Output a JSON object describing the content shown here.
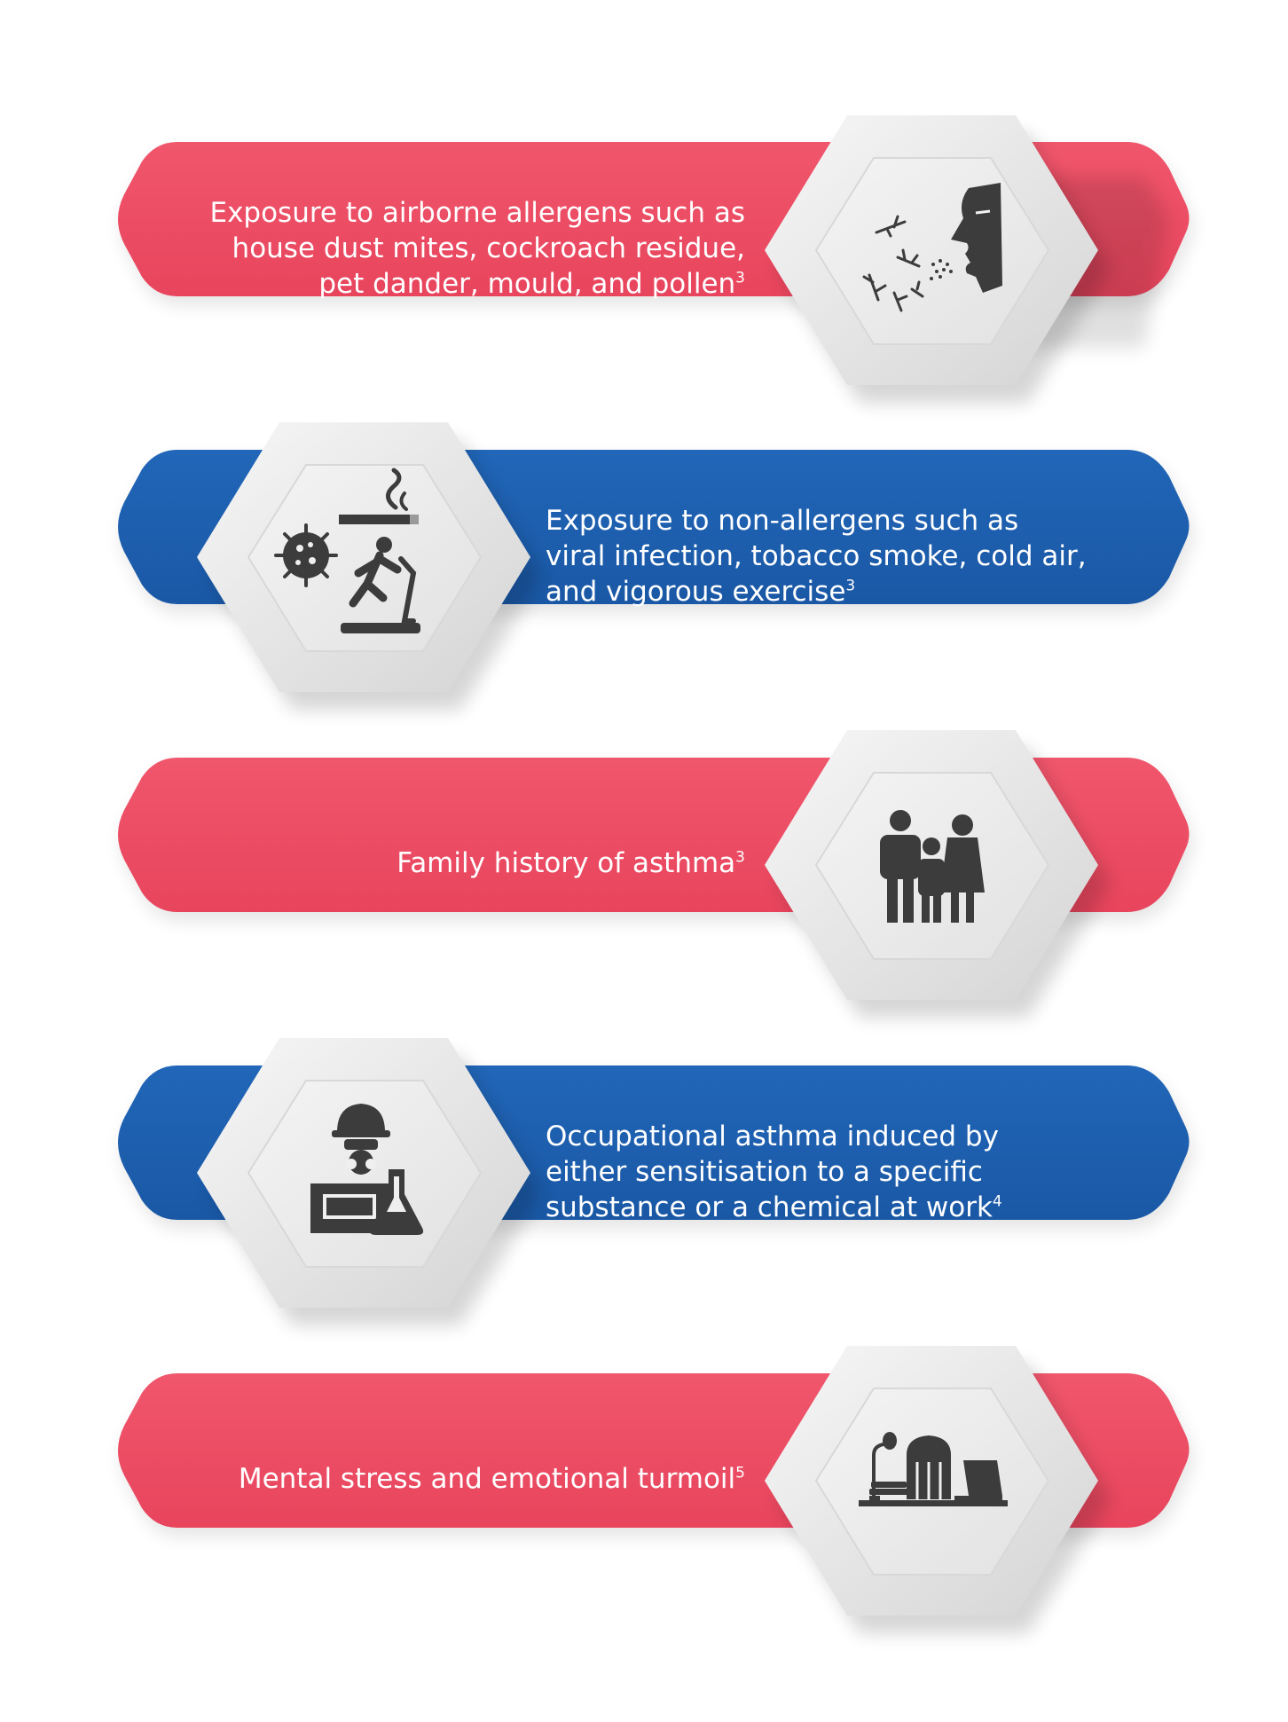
{
  "colors": {
    "red_band": "#ee4c63",
    "blue_band": "#1c5eae",
    "hexagon_light": "#ececec",
    "icon_gray": "#3c3c3c",
    "text": "#ffffff"
  },
  "items": [
    {
      "color": "red",
      "icon": "allergen-sneeze-icon",
      "lines": [
        "Exposure to airborne allergens such as",
        "house dust mites, cockroach residue,",
        "pet dander, mould, and pollen"
      ],
      "ref": "3"
    },
    {
      "color": "blue",
      "icon": "smoke-virus-exercise-icon",
      "lines": [
        "Exposure to non-allergens such as",
        "viral infection, tobacco smoke, cold air,",
        "and vigorous exercise"
      ],
      "ref": "3"
    },
    {
      "color": "red",
      "icon": "family-icon",
      "lines": [
        "Family history of asthma"
      ],
      "ref": "3"
    },
    {
      "color": "blue",
      "icon": "worker-chemical-icon",
      "lines": [
        "Occupational asthma induced by",
        "either sensitisation to a specific",
        "substance or a chemical at work"
      ],
      "ref": "4"
    },
    {
      "color": "red",
      "icon": "stressed-person-icon",
      "lines": [
        "Mental stress and emotional turmoil"
      ],
      "ref": "5"
    }
  ]
}
